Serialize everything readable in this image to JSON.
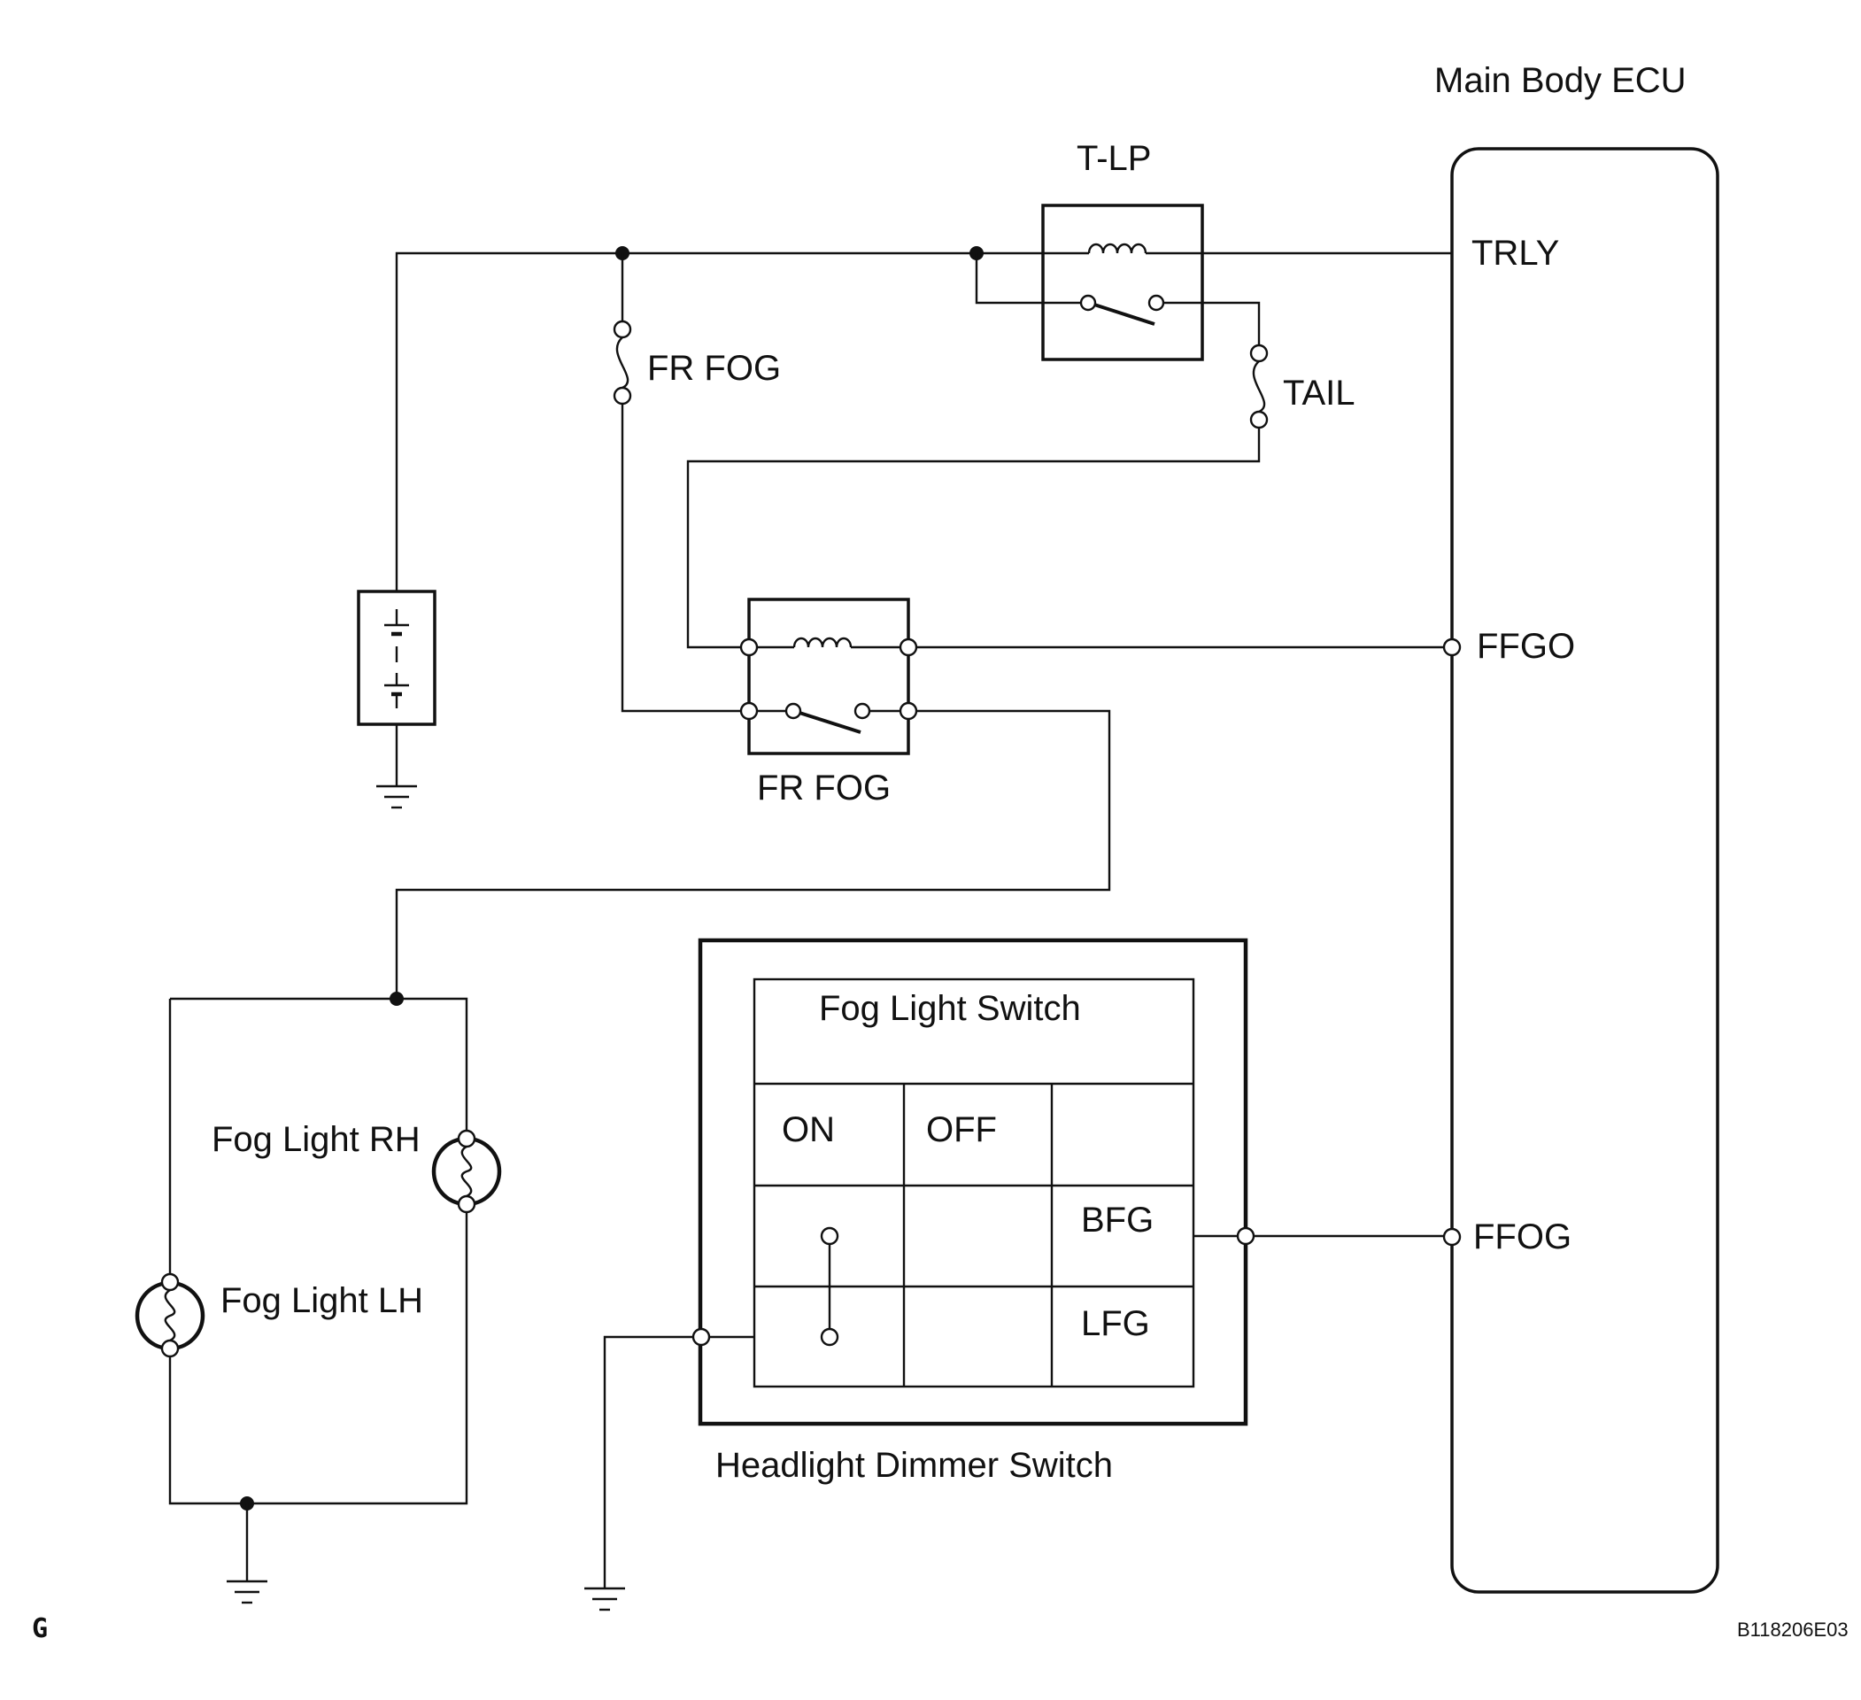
{
  "labels": {
    "main_body_ecu": "Main Body ECU",
    "t_lp_relay": "T-LP",
    "trly_pin": "TRLY",
    "fr_fog_fuse": "FR FOG",
    "tail_fuse": "TAIL",
    "fr_fog_relay": "FR FOG",
    "ffgo_pin": "FFGO",
    "ffog_pin": "FFOG",
    "fog_light_rh": "Fog Light RH",
    "fog_light_lh": "Fog Light LH",
    "fog_light_switch": "Fog Light Switch",
    "switch_on": "ON",
    "switch_off": "OFF",
    "bfg_terminal": "BFG",
    "lfg_terminal": "LFG",
    "headlight_dimmer_switch": "Headlight Dimmer Switch",
    "corner_mark": "G",
    "figure_code": "B118206E03"
  }
}
